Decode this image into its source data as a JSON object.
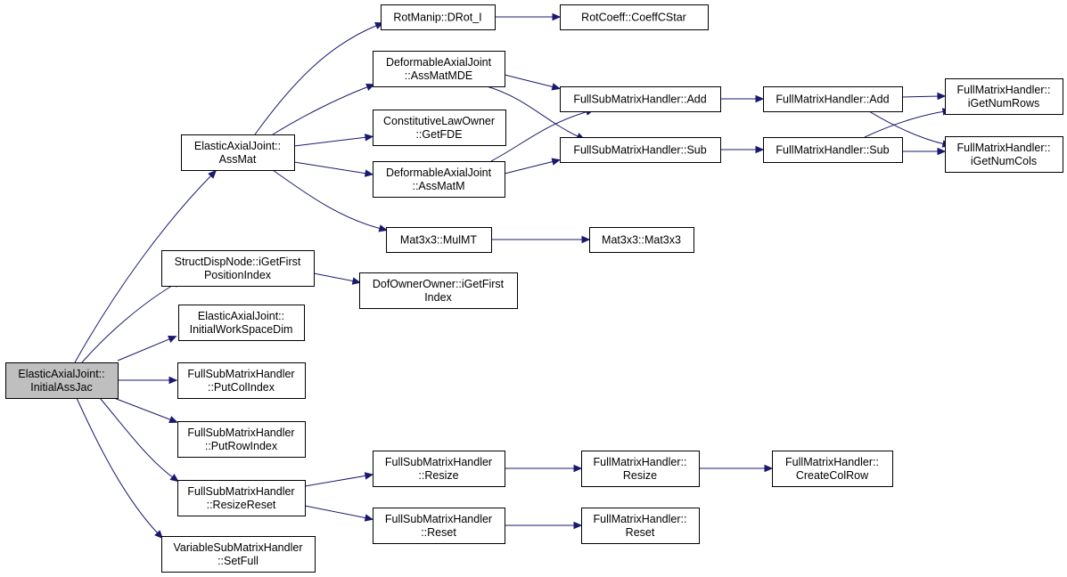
{
  "colors": {
    "edge": "#191970",
    "node_fill": "#ffffff",
    "root_fill": "#bfbfbf",
    "node_border": "#000000"
  },
  "nodes": {
    "n_initialassjac": [
      "ElasticAxialJoint::",
      "InitialAssJac"
    ],
    "n_assmat": [
      "ElasticAxialJoint::",
      "AssMat"
    ],
    "n_igetfirstpos": [
      "StructDispNode::iGetFirst",
      "PositionIndex"
    ],
    "n_initialworkspacedim": [
      "ElasticAxialJoint::",
      "InitialWorkSpaceDim"
    ],
    "n_putcolindex": [
      "FullSubMatrixHandler",
      "::PutColIndex"
    ],
    "n_putrowindex": [
      "FullSubMatrixHandler",
      "::PutRowIndex"
    ],
    "n_resizereset": [
      "FullSubMatrixHandler",
      "::ResizeReset"
    ],
    "n_setfull": [
      "VariableSubMatrixHandler",
      "::SetFull"
    ],
    "n_drot": [
      "RotManip::DRot_I"
    ],
    "n_coeffcstar": [
      "RotCoeff::CoeffCStar"
    ],
    "n_assmatmde": [
      "DeformableAxialJoint",
      "::AssMatMDE"
    ],
    "n_getfde": [
      "ConstitutiveLawOwner",
      "::GetFDE"
    ],
    "n_assmatm": [
      "DeformableAxialJoint",
      "::AssMatM"
    ],
    "n_mulmt": [
      "Mat3x3::MulMT"
    ],
    "n_mat3x3": [
      "Mat3x3::Mat3x3"
    ],
    "n_dofigetfirst": [
      "DofOwnerOwner::iGetFirst",
      "Index"
    ],
    "n_fsm_add": [
      "FullSubMatrixHandler::Add"
    ],
    "n_fsm_sub": [
      "FullSubMatrixHandler::Sub"
    ],
    "n_fm_add": [
      "FullMatrixHandler::Add"
    ],
    "n_fm_sub": [
      "FullMatrixHandler::Sub"
    ],
    "n_igetnumrows": [
      "FullMatrixHandler::",
      "iGetNumRows"
    ],
    "n_igetnumcols": [
      "FullMatrixHandler::",
      "iGetNumCols"
    ],
    "n_fsm_resize": [
      "FullSubMatrixHandler",
      "::Resize"
    ],
    "n_fsm_reset": [
      "FullSubMatrixHandler",
      "::Reset"
    ],
    "n_fm_resize": [
      "FullMatrixHandler::",
      "Resize"
    ],
    "n_fm_reset": [
      "FullMatrixHandler::",
      "Reset"
    ],
    "n_createcolrow": [
      "FullMatrixHandler::",
      "CreateColRow"
    ]
  }
}
